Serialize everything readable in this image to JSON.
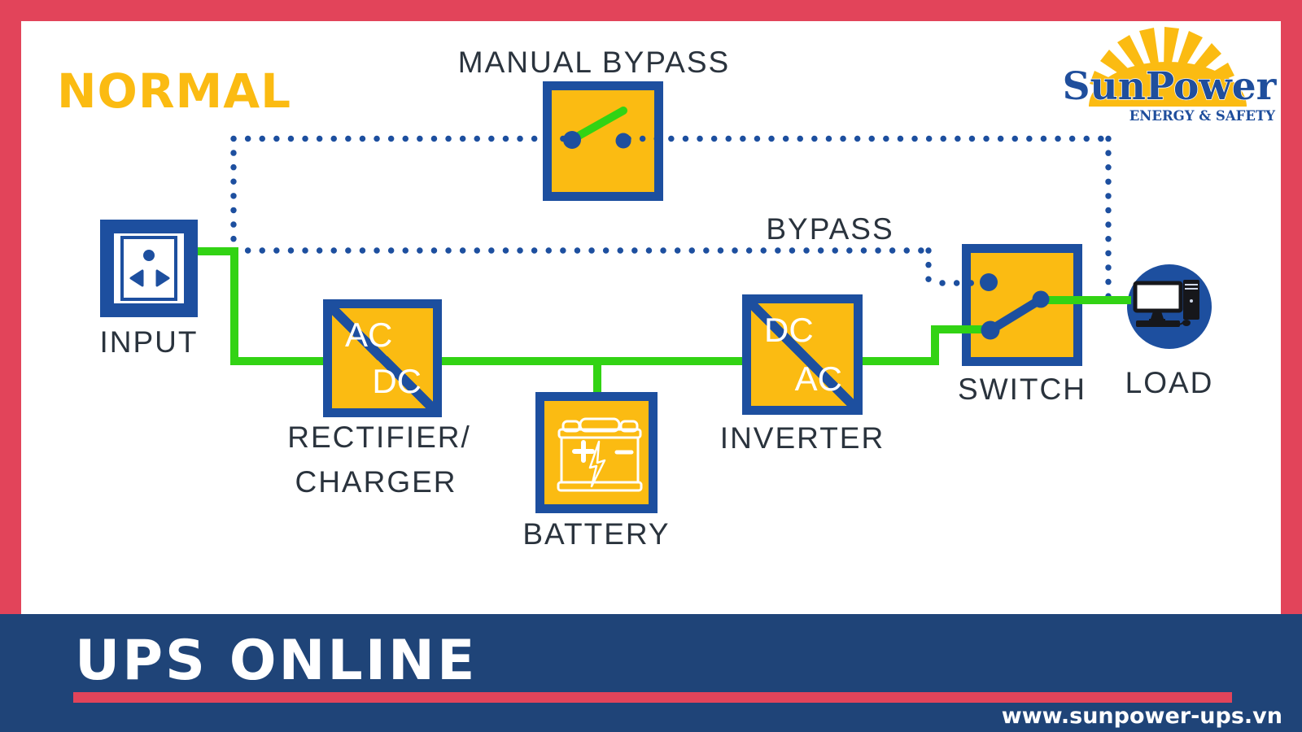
{
  "header": {
    "mode_label": "NORMAL"
  },
  "logo": {
    "brand": "SunPower",
    "tagline": "ENERGY & SAFETY"
  },
  "diagram": {
    "input": {
      "label": "INPUT"
    },
    "manual_bypass": {
      "label": "MANUAL BYPASS"
    },
    "bypass": {
      "label": "BYPASS"
    },
    "rectifier": {
      "label_line1": "RECTIFIER/",
      "label_line2": "CHARGER",
      "corner_top": "AC",
      "corner_bottom": "DC"
    },
    "battery": {
      "label": "BATTERY"
    },
    "inverter": {
      "label": "INVERTER",
      "corner_top": "DC",
      "corner_bottom": "AC"
    },
    "switch": {
      "label": "SWITCH"
    },
    "load": {
      "label": "LOAD"
    }
  },
  "footer": {
    "title": "UPS ONLINE",
    "website": "www.sunpower-ups.vn"
  },
  "colors": {
    "frame_red": "#E2445A",
    "royal_blue": "#1D4F9F",
    "band_navy": "#1F4478",
    "box_yellow": "#FBBB12",
    "wire_green": "#32D314",
    "label_ink": "#2A333D",
    "logo_blue": "#1F4E9C",
    "icon_dark": "#16171B"
  }
}
